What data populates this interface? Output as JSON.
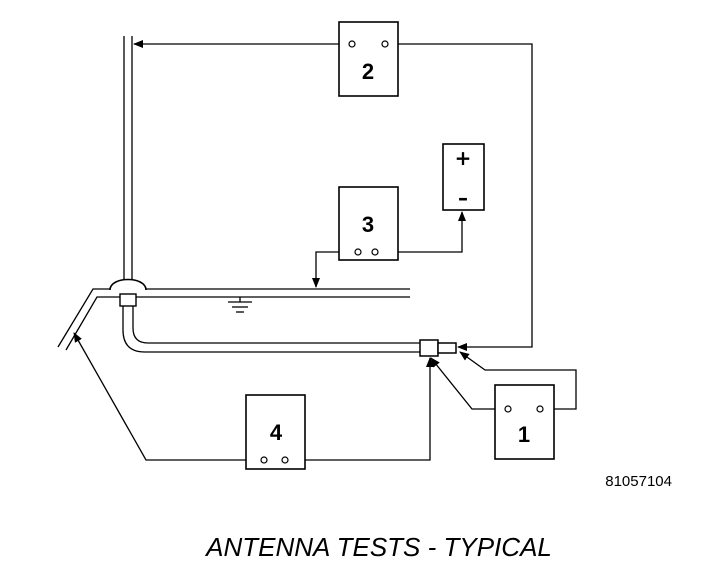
{
  "boxes": [
    {
      "id": "1",
      "label": "1"
    },
    {
      "id": "2",
      "label": "2"
    },
    {
      "id": "3",
      "label": "3"
    },
    {
      "id": "4",
      "label": "4"
    }
  ],
  "battery": {
    "plus": "+",
    "minus": "–"
  },
  "figure_number": "81057104",
  "caption": "ANTENNA TESTS - TYPICAL",
  "colors": {
    "ink": "#000000",
    "background": "#ffffff"
  }
}
